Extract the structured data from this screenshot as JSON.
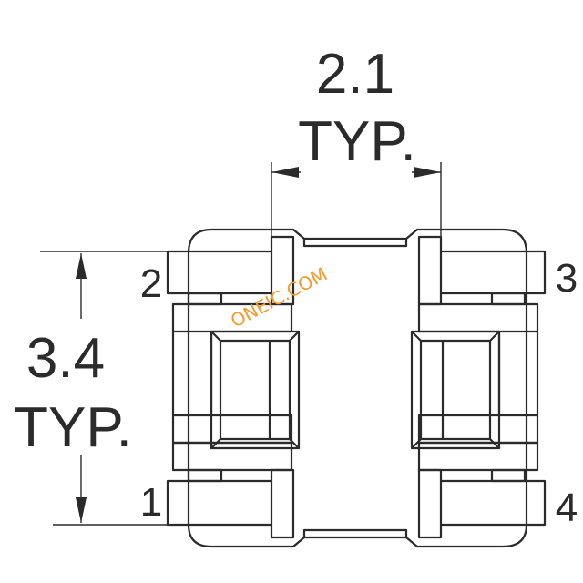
{
  "dimensions": {
    "horizontal": {
      "value": "2.1",
      "note": "TYP."
    },
    "vertical": {
      "value": "3.4",
      "note": "TYP."
    }
  },
  "pins": {
    "top_left": "2",
    "top_right": "3",
    "bottom_left": "1",
    "bottom_right": "4"
  },
  "watermark": "ONEIC.COM",
  "colors": {
    "line": "#2b2b2b",
    "watermark": "#f59a2a",
    "background": "#ffffff"
  }
}
